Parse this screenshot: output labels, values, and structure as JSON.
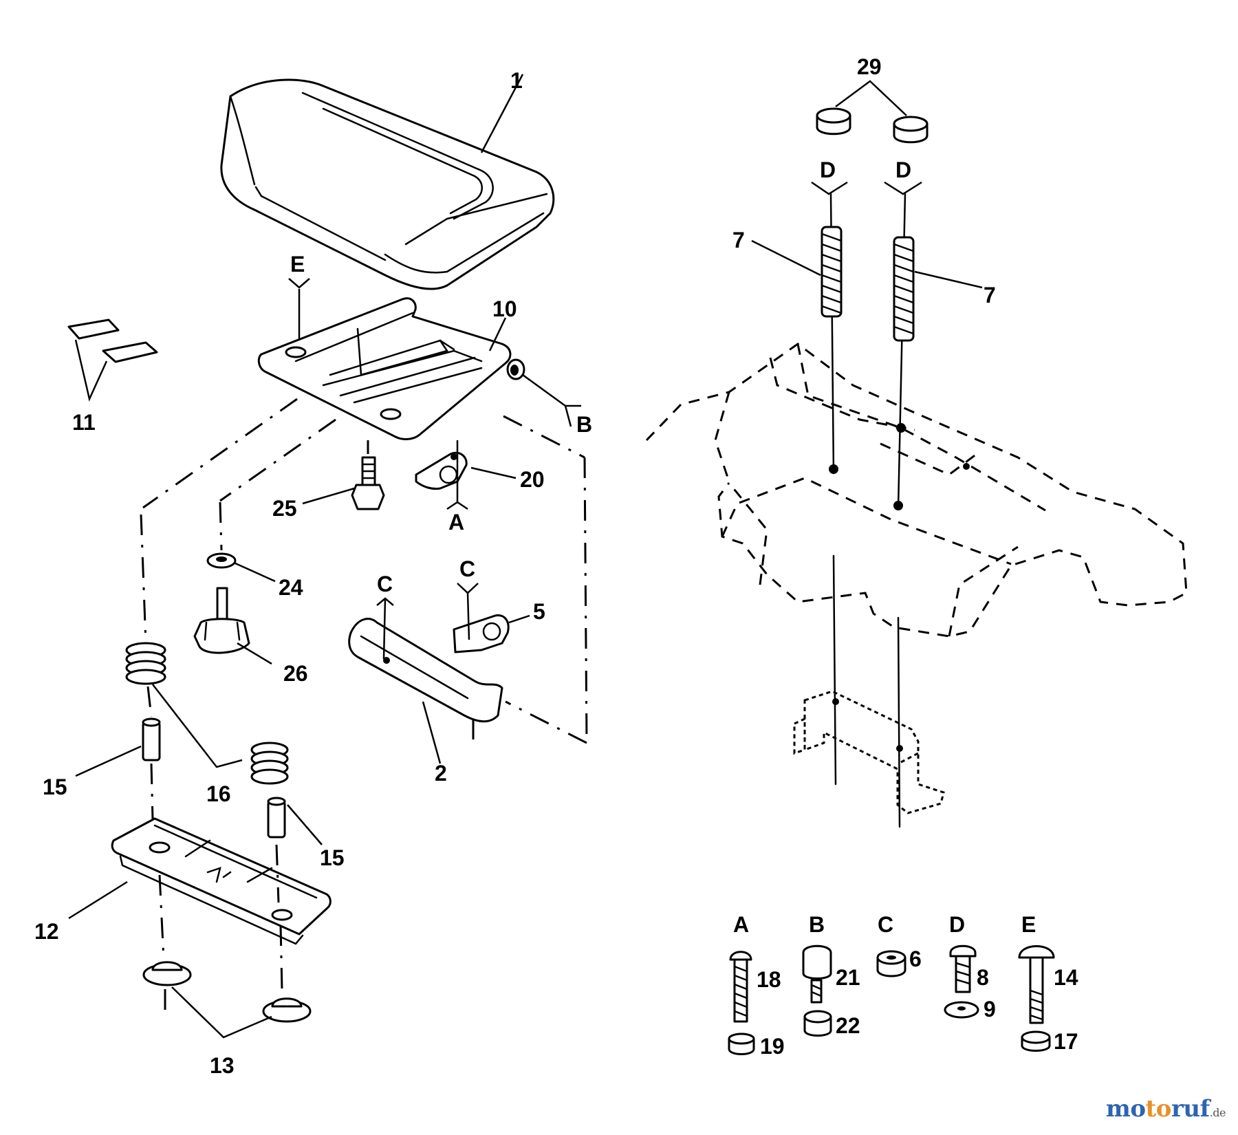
{
  "labels": {
    "p1": "1",
    "p2": "2",
    "p5": "5",
    "p6": "6",
    "p7a": "7",
    "p7b": "7",
    "p8": "8",
    "p9": "9",
    "p10": "10",
    "p11": "11",
    "p12": "12",
    "p13": "13",
    "p14": "14",
    "p15a": "15",
    "p15b": "15",
    "p16": "16",
    "p17": "17",
    "p18": "18",
    "p19": "19",
    "p20": "20",
    "p21": "21",
    "p22": "22",
    "p24": "24",
    "p25": "25",
    "p26": "26",
    "p29": "29"
  },
  "refs": {
    "a_main": "A",
    "b_main": "B",
    "c_left": "C",
    "c_right": "C",
    "d_left": "D",
    "d_right": "D",
    "e_main": "E"
  },
  "legend": {
    "a": "A",
    "b": "B",
    "c": "C",
    "d": "D",
    "e": "E"
  },
  "watermark": {
    "mo": "mo",
    "to": "to",
    "ruf": "ruf",
    "de": ".de"
  }
}
